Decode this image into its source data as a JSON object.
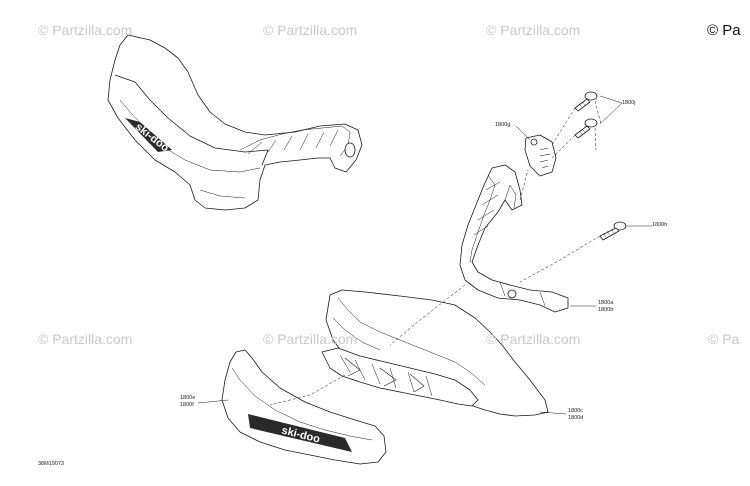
{
  "watermarks": {
    "text": "© Partzilla.com",
    "copyright_cut": "© Pa"
  },
  "callouts": {
    "c_1800j": "1800j",
    "c_1800g": "1800g",
    "c_1800h": "1800h",
    "c_1800a": "1800a",
    "c_1800b": "1800b",
    "c_1800c": "1800c",
    "c_1800d": "1800d",
    "c_1800e": "1800e",
    "c_1800f": "1800f"
  },
  "brand_logo": "ski-doo",
  "diagram_id": "38M19073"
}
